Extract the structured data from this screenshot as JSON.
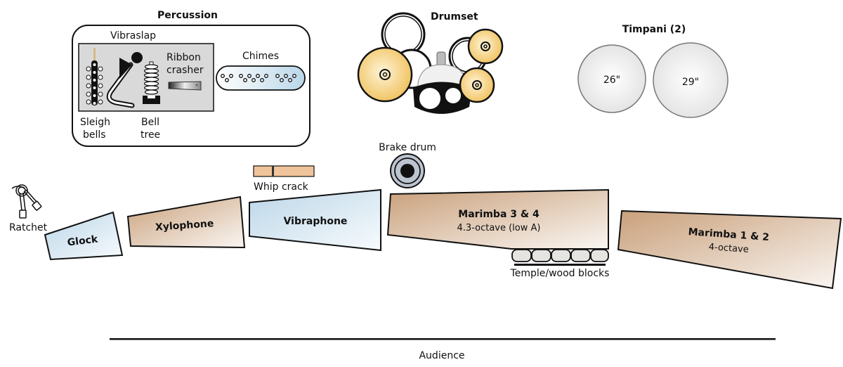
{
  "diagram": {
    "title": "Percussion stage setup",
    "sections": {
      "percussion": {
        "title": "Percussion",
        "items": {
          "vibraslap": "Vibraslap",
          "ribbon_crasher_line1": "Ribbon",
          "ribbon_crasher_line2": "crasher",
          "sleigh_bells_line1": "Sleigh",
          "sleigh_bells_line2": "bells",
          "bell_tree_line1": "Bell",
          "bell_tree_line2": "tree",
          "chimes": "Chimes"
        }
      },
      "drumset": {
        "title": "Drumset"
      },
      "timpani": {
        "title": "Timpani (2)",
        "drums": [
          {
            "size": "26\""
          },
          {
            "size": "29\""
          }
        ]
      }
    },
    "instruments": {
      "ratchet": "Ratchet",
      "glock": "Glock",
      "xylophone": "Xylophone",
      "whip_crack": "Whip crack",
      "vibraphone": "Vibraphone",
      "brake_drum": "Brake drum",
      "marimba_34": {
        "name": "Marimba 3 & 4",
        "detail": "4.3-octave (low A)"
      },
      "temple_blocks": "Temple/wood blocks",
      "marimba_12": {
        "name": "Marimba 1 & 2",
        "detail": "4-octave"
      }
    },
    "audience_label": "Audience",
    "colors": {
      "cymbal": "#f0c460",
      "wood_bar": "#caa27f",
      "metal_bar": "#c5dcea",
      "whip": "#f0c49a",
      "panel_gray": "#d9d9d9",
      "timpani": "#ececec",
      "outline": "#111111"
    }
  }
}
